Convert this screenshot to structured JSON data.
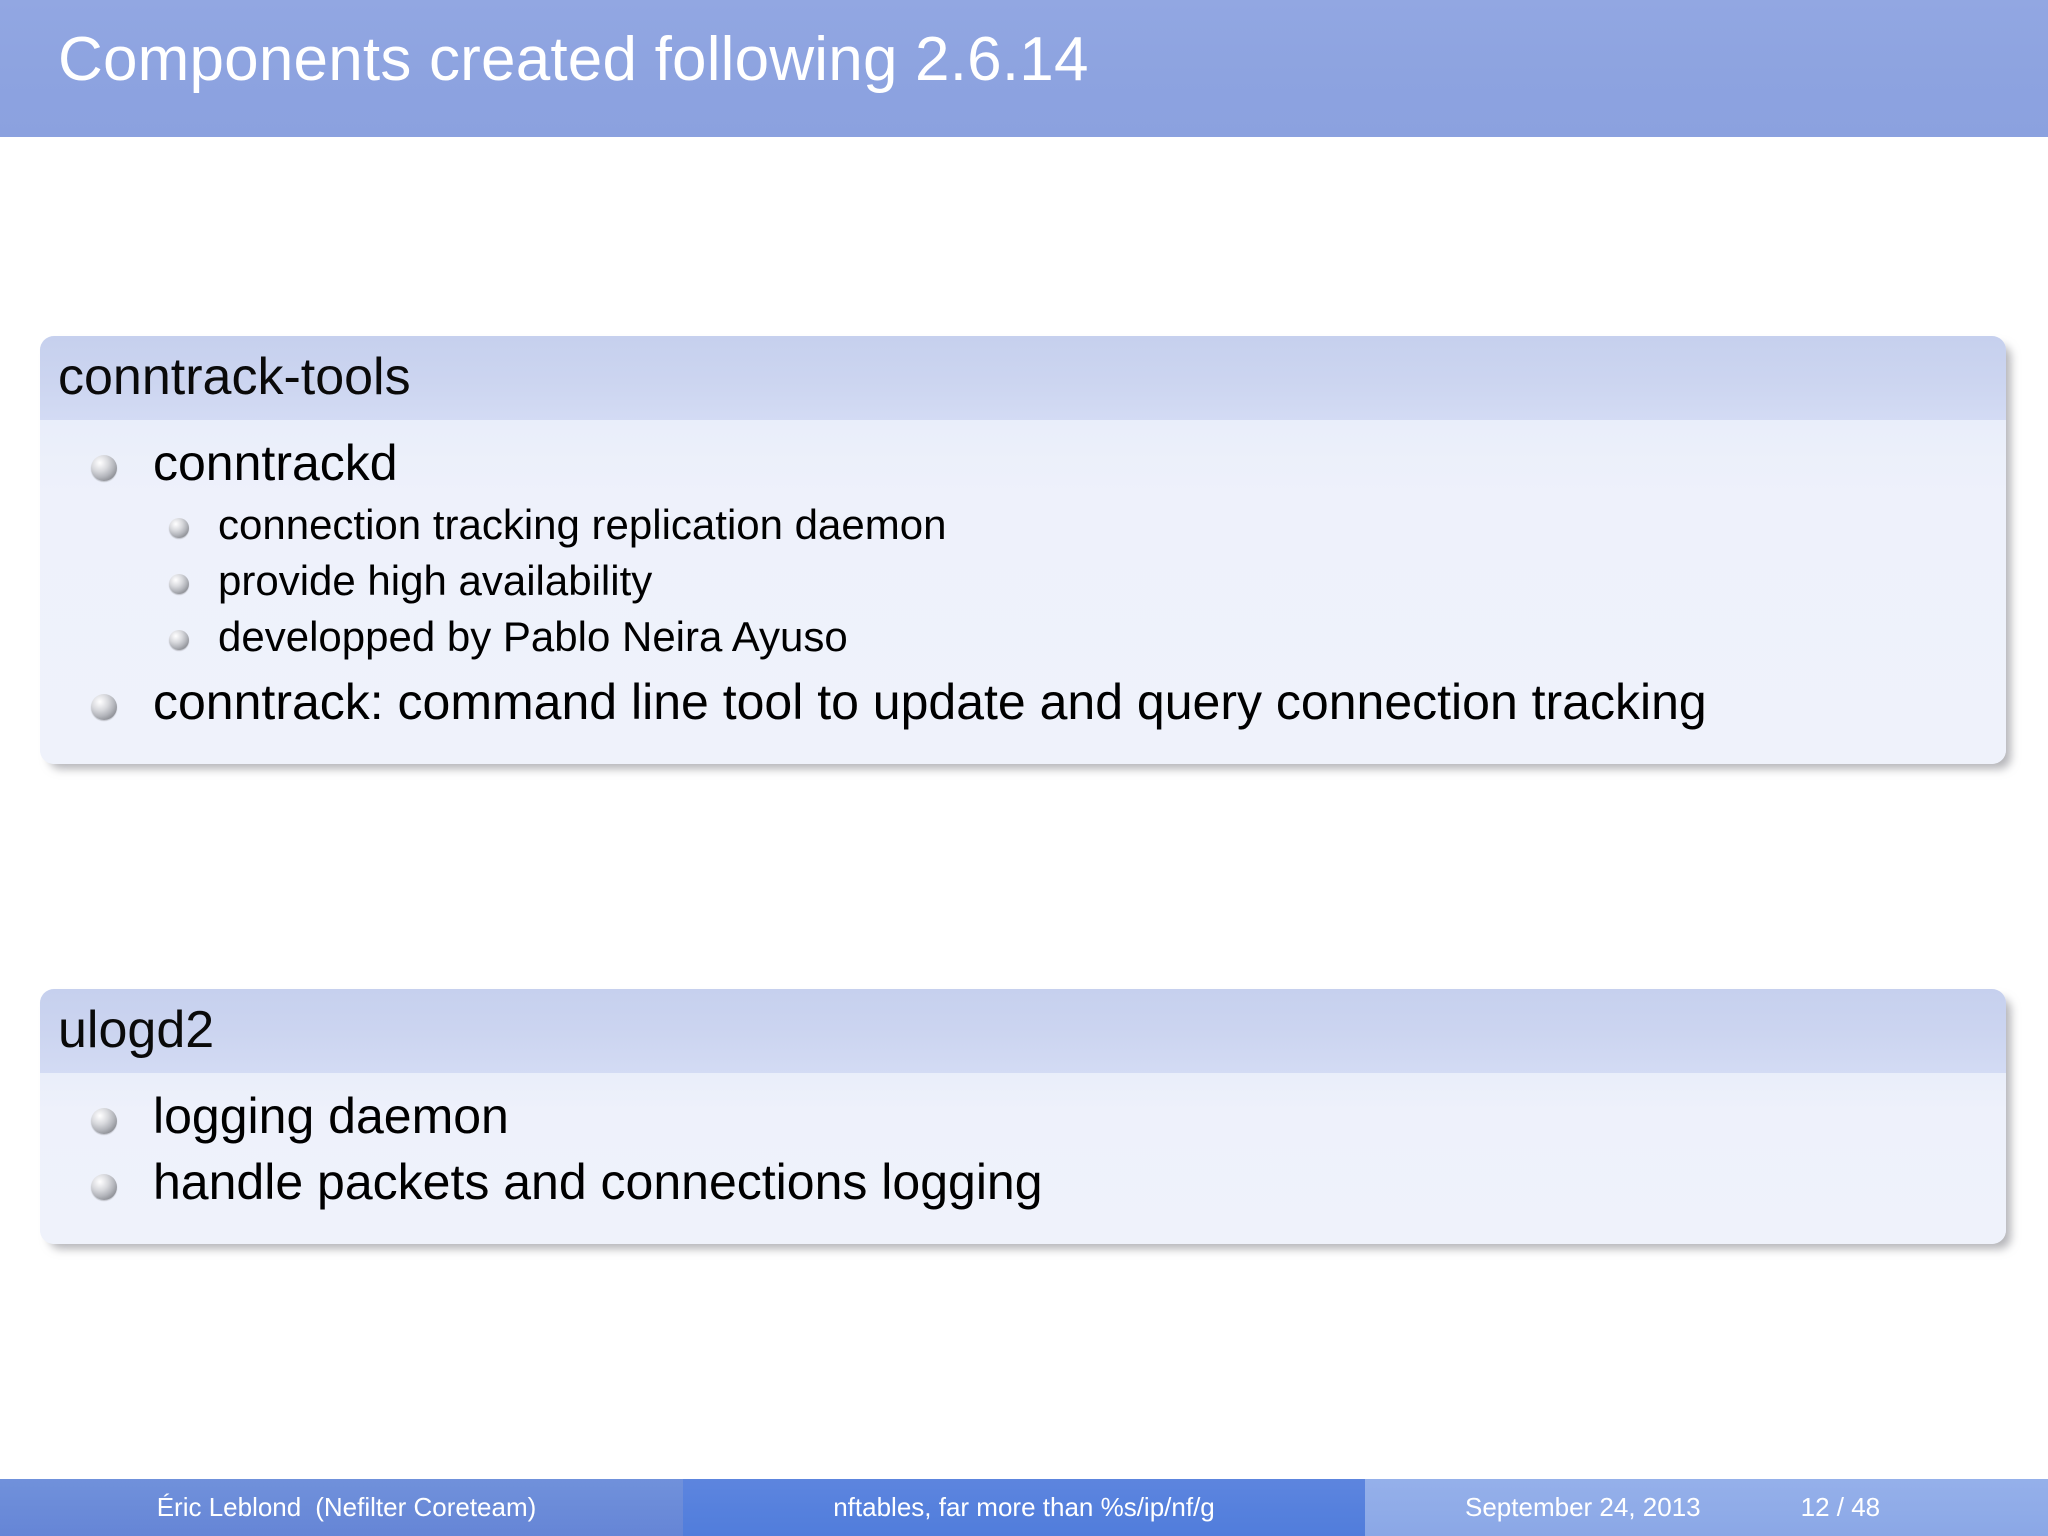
{
  "slide": {
    "title": "Components created following 2.6.14",
    "accent_title_bar": "#8da3e0",
    "block_header_bg": "#ccd5f0",
    "block_body_bg": "#eef1fb",
    "bullet_icon": "ball-bullet-icon"
  },
  "blocks": [
    {
      "title": "conntrack-tools",
      "items": [
        {
          "text": "conntrackd",
          "children": [
            {
              "text": "connection tracking replication daemon"
            },
            {
              "text": "provide high availability"
            },
            {
              "text": "developped by Pablo Neira Ayuso"
            }
          ]
        },
        {
          "text": "conntrack: command line tool to update and query connection tracking",
          "children": []
        }
      ]
    },
    {
      "title": "ulogd2",
      "items": [
        {
          "text": "logging daemon",
          "children": []
        },
        {
          "text": "handle packets and connections logging",
          "children": []
        }
      ]
    }
  ],
  "footer": {
    "author_name": "Éric Leblond",
    "author_org": "(Nefilter Coreteam)",
    "presentation_title": "nftables, far more than %s/ip/nf/g",
    "date": "September 24, 2013",
    "page": "12 / 48",
    "colors": {
      "left": "#6a8ad8",
      "middle": "#5580dd",
      "right": "#8fabe8"
    }
  }
}
